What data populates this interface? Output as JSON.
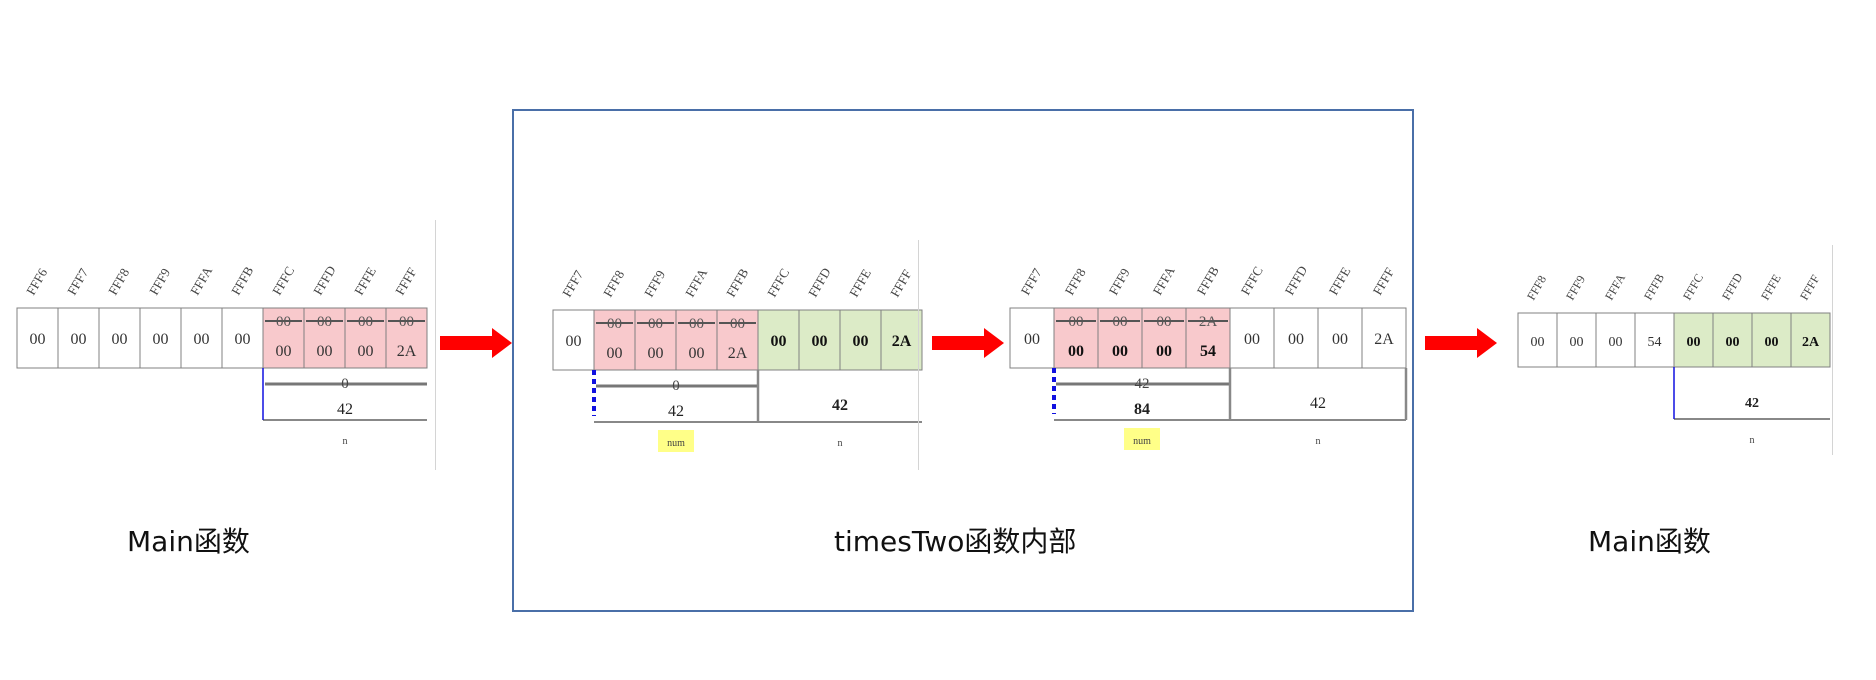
{
  "colors": {
    "changed": "#f8c9cc",
    "bold": "#dcebc7",
    "plain": "#ffffff",
    "grid": "#808080",
    "pointer": "#1010e0",
    "arrow": "#ff0000",
    "frame": "#4a6fa8",
    "highlight": "#ffff88"
  },
  "captions": {
    "left": "Main函数",
    "middle": "timesTwo函数内部",
    "right": "Main函数"
  },
  "snapshots": [
    {
      "addresses": [
        "FFF6",
        "FFF7",
        "FFF8",
        "FFF9",
        "FFFA",
        "FFFB",
        "FFFC",
        "FFFD",
        "FFFE",
        "FFFF"
      ],
      "cells": [
        {
          "v": "00"
        },
        {
          "v": "00"
        },
        {
          "v": "00"
        },
        {
          "v": "00"
        },
        {
          "v": "00"
        },
        {
          "v": "00"
        },
        {
          "v": "00",
          "old": "00",
          "bg": "changed"
        },
        {
          "v": "00",
          "old": "00",
          "bg": "changed"
        },
        {
          "v": "00",
          "old": "00",
          "bg": "changed"
        },
        {
          "v": "2A",
          "old": "00",
          "bg": "changed"
        }
      ],
      "groups": [
        {
          "from": 6,
          "to": 9,
          "old": "0",
          "value": "42",
          "label": "n",
          "pointer": "solid"
        }
      ]
    },
    {
      "addresses": [
        "FFF7",
        "FFF8",
        "FFF9",
        "FFFA",
        "FFFB",
        "FFFC",
        "FFFD",
        "FFFE",
        "FFFF"
      ],
      "cells": [
        {
          "v": "00"
        },
        {
          "v": "00",
          "old": "00",
          "bg": "changed"
        },
        {
          "v": "00",
          "old": "00",
          "bg": "changed"
        },
        {
          "v": "00",
          "old": "00",
          "bg": "changed"
        },
        {
          "v": "2A",
          "old": "00",
          "bg": "changed"
        },
        {
          "v": "00",
          "bg": "bold",
          "b": true
        },
        {
          "v": "00",
          "bg": "bold",
          "b": true
        },
        {
          "v": "00",
          "bg": "bold",
          "b": true
        },
        {
          "v": "2A",
          "bg": "bold",
          "b": true
        }
      ],
      "groups": [
        {
          "from": 1,
          "to": 4,
          "old": "0",
          "value": "42",
          "label": "num",
          "hl": true,
          "pointer": "dashed"
        },
        {
          "from": 5,
          "to": 8,
          "value": "42",
          "label": "n",
          "bold": true
        }
      ]
    },
    {
      "addresses": [
        "FFF7",
        "FFF8",
        "FFF9",
        "FFFA",
        "FFFB",
        "FFFC",
        "FFFD",
        "FFFE",
        "FFFF"
      ],
      "cells": [
        {
          "v": "00"
        },
        {
          "v": "00",
          "old": "00",
          "bg": "changed",
          "b": true
        },
        {
          "v": "00",
          "old": "00",
          "bg": "changed",
          "b": true
        },
        {
          "v": "00",
          "old": "00",
          "bg": "changed",
          "b": true
        },
        {
          "v": "54",
          "old": "2A",
          "bg": "changed",
          "b": true
        },
        {
          "v": "00"
        },
        {
          "v": "00"
        },
        {
          "v": "00"
        },
        {
          "v": "2A"
        }
      ],
      "groups": [
        {
          "from": 1,
          "to": 4,
          "old": "42",
          "value": "84",
          "label": "num",
          "hl": true,
          "pointer": "dashed",
          "bold": true
        },
        {
          "from": 5,
          "to": 8,
          "value": "42",
          "label": "n"
        }
      ]
    },
    {
      "addresses": [
        "FFF8",
        "FFF9",
        "FFFA",
        "FFFB",
        "FFFC",
        "FFFD",
        "FFFE",
        "FFFF"
      ],
      "cells": [
        {
          "v": "00"
        },
        {
          "v": "00"
        },
        {
          "v": "00"
        },
        {
          "v": "54"
        },
        {
          "v": "00",
          "bg": "bold",
          "b": true
        },
        {
          "v": "00",
          "bg": "bold",
          "b": true
        },
        {
          "v": "00",
          "bg": "bold",
          "b": true
        },
        {
          "v": "2A",
          "bg": "bold",
          "b": true
        }
      ],
      "groups": [
        {
          "from": 4,
          "to": 7,
          "value": "42",
          "label": "n",
          "bold": true,
          "pointer": "solid"
        }
      ]
    }
  ]
}
